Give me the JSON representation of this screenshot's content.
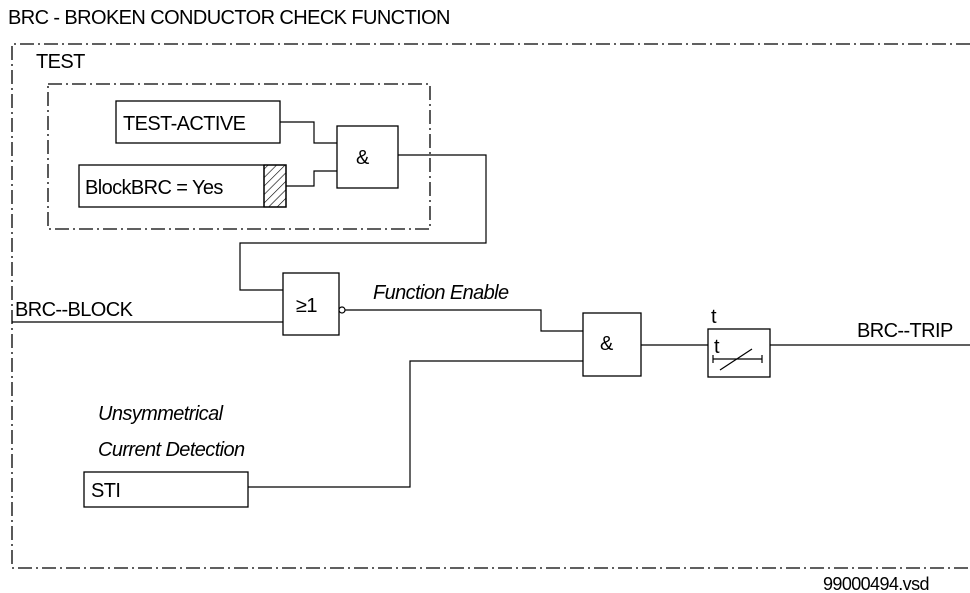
{
  "title": "BRC - BROKEN CONDUCTOR CHECK FUNCTION",
  "test_group": {
    "label": "TEST",
    "test_active": "TEST-ACTIVE",
    "block_setting": "BlockBRC = Yes",
    "and_gate": "&"
  },
  "signals": {
    "block_input": "BRC--BLOCK",
    "or_gate": "≥1",
    "function_enable": "Function Enable",
    "and_gate": "&",
    "timer_label": "t",
    "timer_inner": "t",
    "trip_output": "BRC--TRIP",
    "detection_line1": "Unsymmetrical",
    "detection_line2": "Current Detection",
    "sti": "STI"
  },
  "file_name": "99000494.vsd"
}
